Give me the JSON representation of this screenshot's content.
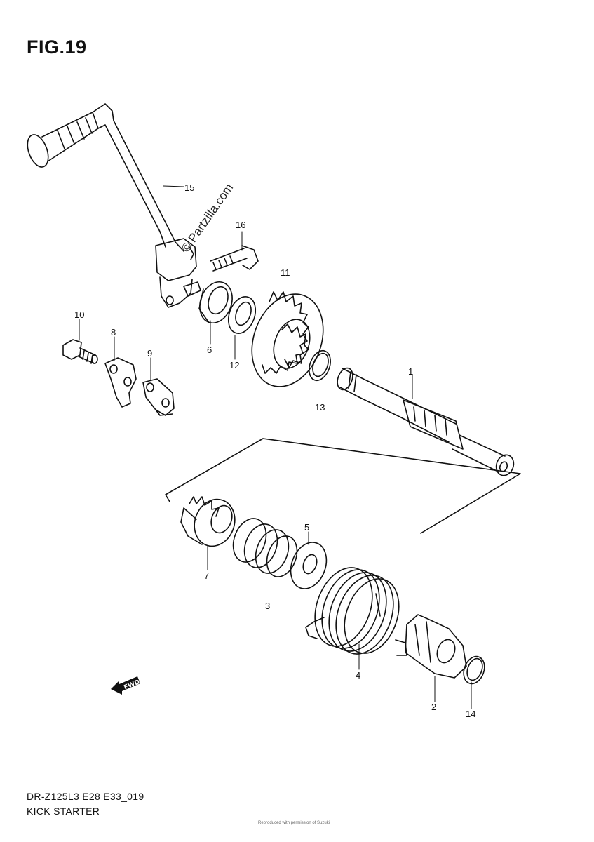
{
  "figure": {
    "title": "FIG.19"
  },
  "footer": {
    "model_code": "DR-Z125L3 E28 E33_019",
    "assembly_name": "KICK STARTER"
  },
  "watermark": {
    "text": "© Partzilla.com"
  },
  "fine_print": {
    "text": "Reproduced with permission of Suzuki"
  },
  "fwd_arrow": {
    "label": "FWD"
  },
  "callouts": [
    {
      "number": "1"
    },
    {
      "number": "2"
    },
    {
      "number": "3"
    },
    {
      "number": "4"
    },
    {
      "number": "5"
    },
    {
      "number": "6"
    },
    {
      "number": "7"
    },
    {
      "number": "8"
    },
    {
      "number": "9"
    },
    {
      "number": "10"
    },
    {
      "number": "11"
    },
    {
      "number": "12"
    },
    {
      "number": "13"
    },
    {
      "number": "14"
    },
    {
      "number": "15"
    },
    {
      "number": "16"
    }
  ],
  "colors": {
    "line": "#111111",
    "background": "#ffffff"
  }
}
